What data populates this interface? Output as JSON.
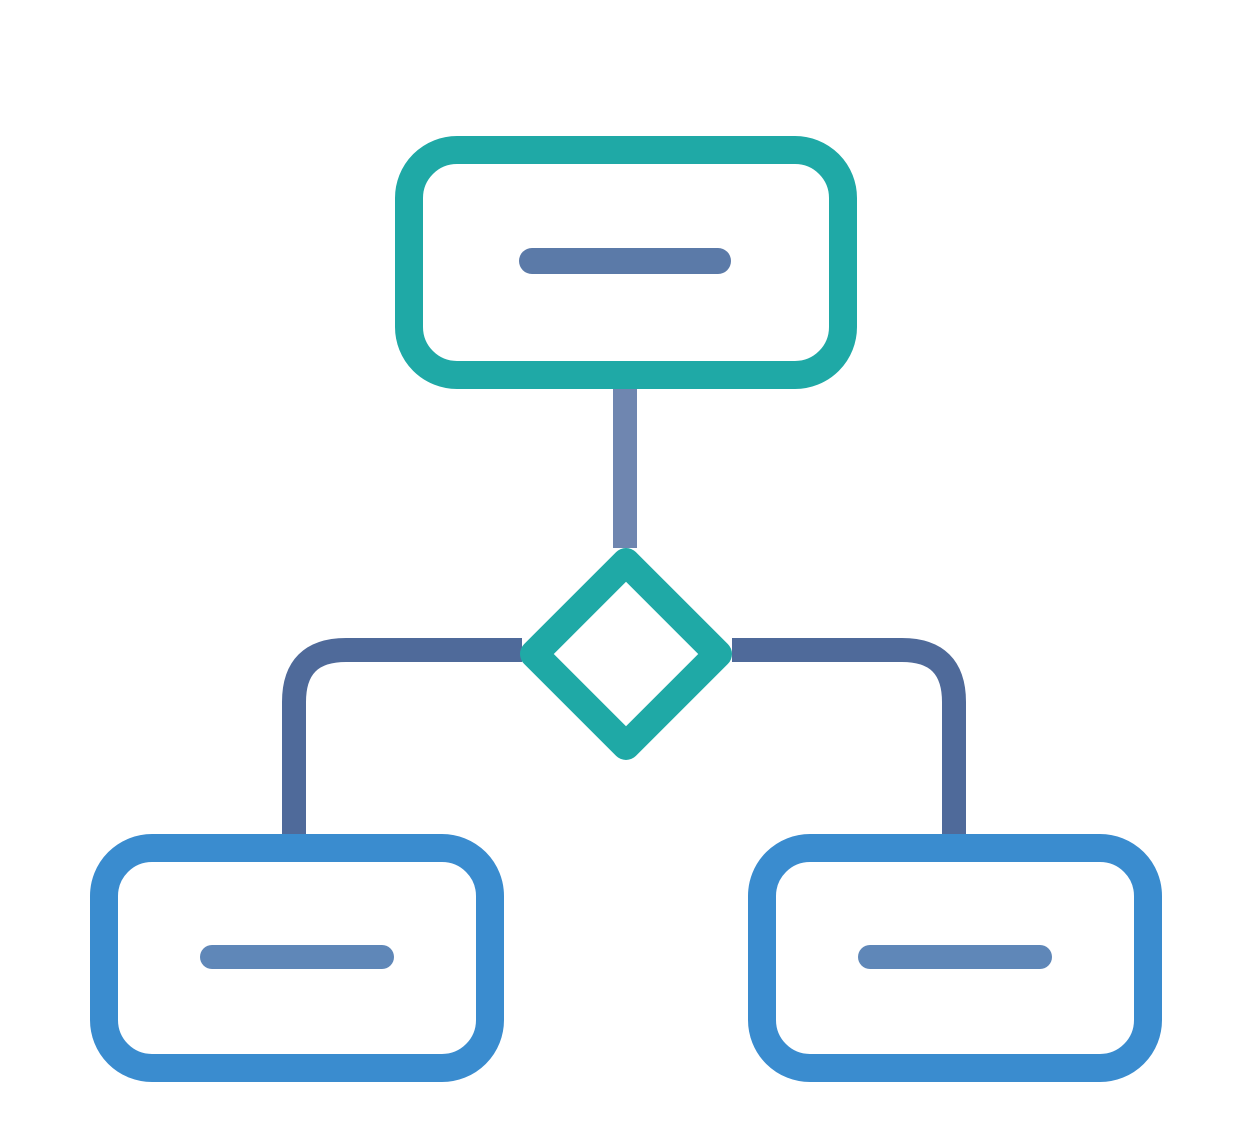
{
  "diagram": {
    "icon": "flowchart-icon",
    "colors": {
      "teal": "#1fa9a6",
      "slate": "#5b7aa8",
      "connector": "#4f6a9a",
      "blue": "#3a8ccf",
      "background": "#ffffff"
    },
    "nodes": [
      {
        "id": "top-box",
        "shape": "rounded-rectangle",
        "color": "teal",
        "content": "dash-line"
      },
      {
        "id": "decision",
        "shape": "diamond",
        "color": "teal"
      },
      {
        "id": "left-box",
        "shape": "rounded-rectangle",
        "color": "blue",
        "content": "dash-line"
      },
      {
        "id": "right-box",
        "shape": "rounded-rectangle",
        "color": "blue",
        "content": "dash-line"
      }
    ],
    "edges": [
      {
        "from": "top-box",
        "to": "decision"
      },
      {
        "from": "decision",
        "to": "left-box"
      },
      {
        "from": "decision",
        "to": "right-box"
      }
    ]
  }
}
